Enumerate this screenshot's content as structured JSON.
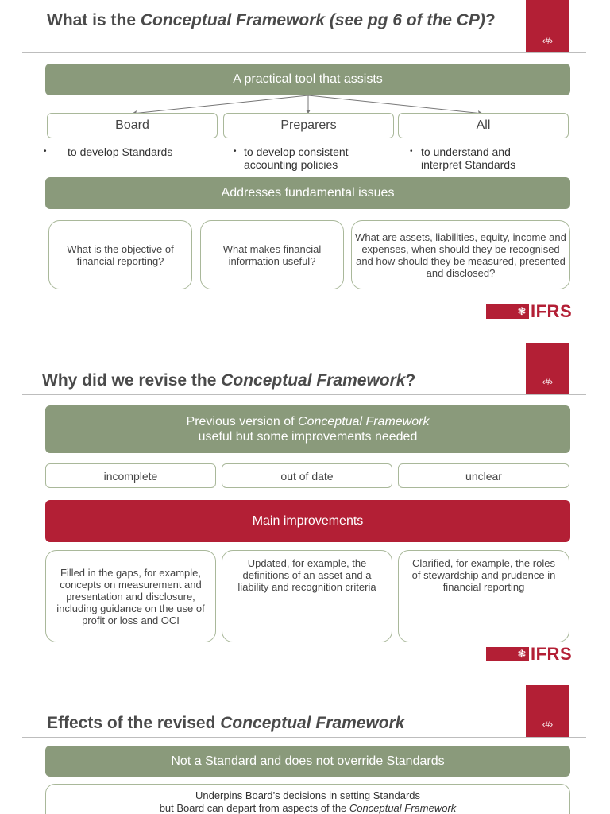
{
  "slide1": {
    "title_prefix": "What is the ",
    "title_italic": "Conceptual Framework (see pg 6 of the CP)",
    "title_suffix": "?",
    "page_mark": "‹#›",
    "green_bar": "A practical tool that assists",
    "columns": [
      {
        "label": "Board",
        "bullet": "to develop Standards"
      },
      {
        "label": "Preparers",
        "bullet": "to develop consistent accounting policies"
      },
      {
        "label": "All",
        "bullet": "to understand and interpret Standards"
      }
    ],
    "bullet_symbol": "•",
    "green_bar2": "Addresses fundamental issues",
    "questions": [
      "What is the objective of financial reporting?",
      "What makes financial information useful?",
      "What are assets, liabilities, equity, income and expenses, when should they be recognised and how should they be measured, presented and disclosed?"
    ],
    "logo_text": "IFRS"
  },
  "slide2": {
    "title_prefix": "Why did we revise the ",
    "title_italic": "Conceptual Framework",
    "title_suffix": "?",
    "page_mark": "‹#›",
    "green_line1_prefix": "Previous version of ",
    "green_line1_italic": "Conceptual Framework",
    "green_line2": "useful but some improvements needed",
    "issues": [
      "incomplete",
      "out of date",
      "unclear"
    ],
    "red_bar": "Main improvements",
    "improvements": [
      "Filled in the gaps, for example, concepts on measurement and presentation and disclosure, including guidance on the use of profit or loss and OCI",
      "Updated, for example, the definitions of an asset and a liability and recognition criteria",
      "Clarified, for example, the roles of stewardship and prudence in financial reporting"
    ],
    "logo_text": "IFRS"
  },
  "slide3": {
    "title_prefix": "Effects of the revised ",
    "title_italic": "Conceptual Framework",
    "page_mark": "‹#›",
    "green_bar": "Not a Standard and does not override Standards",
    "box_line1": "Underpins Board’s decisions in setting Standards",
    "box_line2_prefix": "but Board can depart from aspects of the ",
    "box_line2_italic": "Conceptual Framework"
  }
}
